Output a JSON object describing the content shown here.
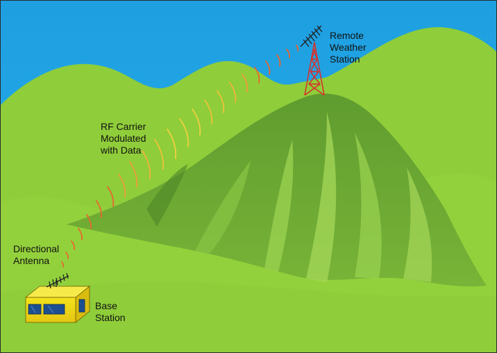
{
  "colors": {
    "sky": "#1aa3e6",
    "hills_back": "#8fcd3a",
    "hills_front": "#93d13c",
    "mountain": "#5d9a2e",
    "tower": "#d8302a",
    "wave_near": "#e8662e",
    "wave_mid": "#f0c23a",
    "building": "#f2e21a",
    "window": "#1c4f8f"
  },
  "labels": {
    "remote": [
      "Remote",
      "Weather",
      "Station"
    ],
    "rf": [
      "RF Carrier",
      "Modulated",
      "with Data"
    ],
    "antenna": [
      "Directional",
      "Antenna"
    ],
    "base": [
      "Base",
      "Station"
    ]
  }
}
